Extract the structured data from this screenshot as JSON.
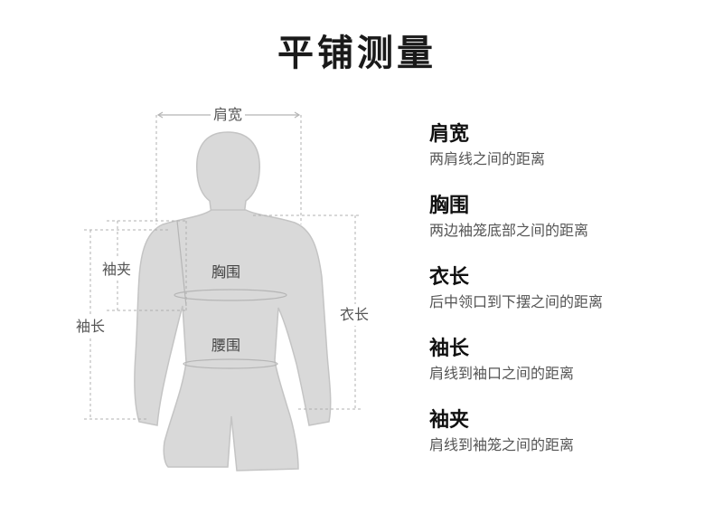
{
  "title": "平铺测量",
  "diagram": {
    "shoulder_width": "肩宽",
    "armhole": "袖夹",
    "sleeve_length": "袖长",
    "chest": "胸围",
    "waist": "腰围",
    "length": "衣长"
  },
  "legend": [
    {
      "term": "肩宽",
      "desc": "两肩线之间的距离"
    },
    {
      "term": "胸围",
      "desc": "两边袖笼底部之间的距离"
    },
    {
      "term": "衣长",
      "desc": "后中领口到下摆之间的距离"
    },
    {
      "term": "袖长",
      "desc": "肩线到袖口之间的距离"
    },
    {
      "term": "袖夹",
      "desc": "肩线到袖笼之间的距离"
    }
  ],
  "colors": {
    "body_fill": "#d9d9d9",
    "body_stroke": "#bdbdbd",
    "dashed_line": "#b0b0b0",
    "text": "#222222"
  }
}
